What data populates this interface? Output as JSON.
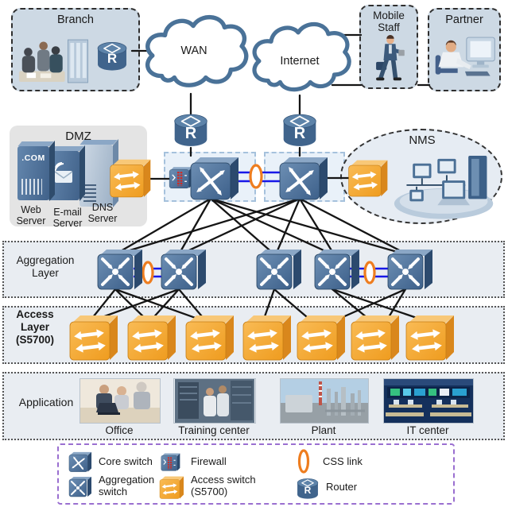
{
  "nodes": {
    "branch": {
      "label": "Branch"
    },
    "wan": {
      "label": "WAN"
    },
    "internet": {
      "label": "Internet"
    },
    "mobile_staff": {
      "label": "Mobile Staff"
    },
    "partner": {
      "label": "Partner"
    },
    "dmz": {
      "label": "DMZ",
      "web_server": {
        "label": "Web Server",
        "badge": ".COM"
      },
      "email_server": {
        "label": "E-mail Server"
      },
      "dns_server": {
        "label": "DNS Server"
      }
    },
    "nms": {
      "label": "NMS"
    }
  },
  "icons": {
    "router_letter": "R"
  },
  "layers": {
    "aggregation": {
      "label": "Aggregation Layer"
    },
    "access": {
      "label": "Access Layer (S5700)"
    },
    "application": {
      "label": "Application",
      "sites": [
        {
          "label": "Office"
        },
        {
          "label": "Training center"
        },
        {
          "label": "Plant"
        },
        {
          "label": "IT center"
        }
      ]
    }
  },
  "legend": {
    "items": [
      {
        "icon": "core-switch",
        "label": "Core switch"
      },
      {
        "icon": "firewall",
        "label": "Firewall"
      },
      {
        "icon": "css-link",
        "label": "CSS link"
      },
      {
        "icon": "aggregation-switch",
        "label": "Aggregation switch"
      },
      {
        "icon": "access-switch",
        "label": "Access switch (S5700)"
      },
      {
        "icon": "router",
        "label": "Router"
      }
    ]
  },
  "colors": {
    "switch_blue": "#4c6f99",
    "access_switch_orange": "#f5a733",
    "css_link_blue": "#1818e8",
    "css_ring_orange": "#ee7d1f",
    "cloud_outline": "#4a7298",
    "legend_border": "#9a6fd0"
  }
}
